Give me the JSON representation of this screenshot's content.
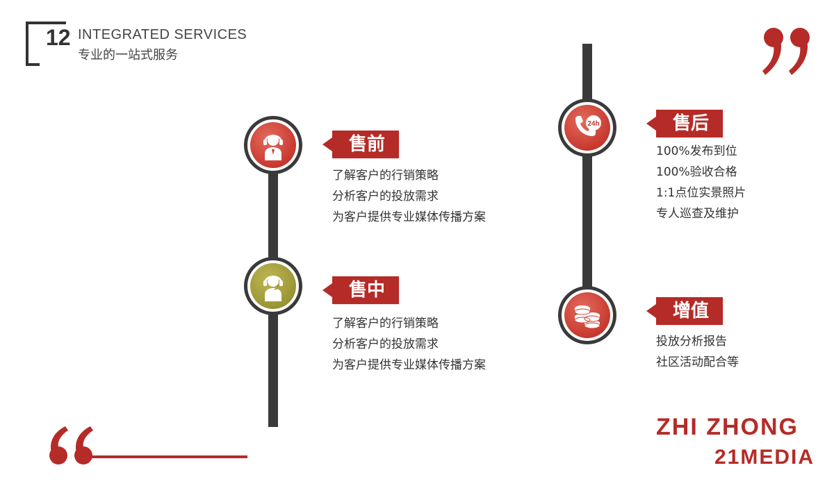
{
  "header": {
    "number": "12",
    "title_en": "INTEGRATED SERVICES",
    "title_zh": "专业的一站式服务"
  },
  "sections": {
    "pre_sale": {
      "label": "售前",
      "icon": "headset-person-icon",
      "lines": [
        "了解客户的行销策略",
        "分析客户的投放需求",
        "为客户提供专业媒体传播方案"
      ]
    },
    "in_sale": {
      "label": "售中",
      "icon": "headset-person-icon",
      "lines": [
        "了解客户的行销策略",
        "分析客户的投放需求",
        "为客户提供专业媒体传播方案"
      ]
    },
    "after_sale": {
      "label": "售后",
      "icon": "phone-24h-icon",
      "lines": [
        "100%发布到位",
        "100%验收合格",
        "1:1点位实景照片",
        "专人巡查及维护"
      ]
    },
    "value_added": {
      "label": "增值",
      "icon": "coin-stack-icon",
      "lines": [
        "投放分析报告",
        "社区活动配合等"
      ]
    }
  },
  "brand": {
    "line1": "ZHI ZHONG",
    "line2": "21MEDIA"
  },
  "colors": {
    "accent": "#b52b27",
    "dark": "#3a3a3a",
    "olive": "#9a9534"
  }
}
